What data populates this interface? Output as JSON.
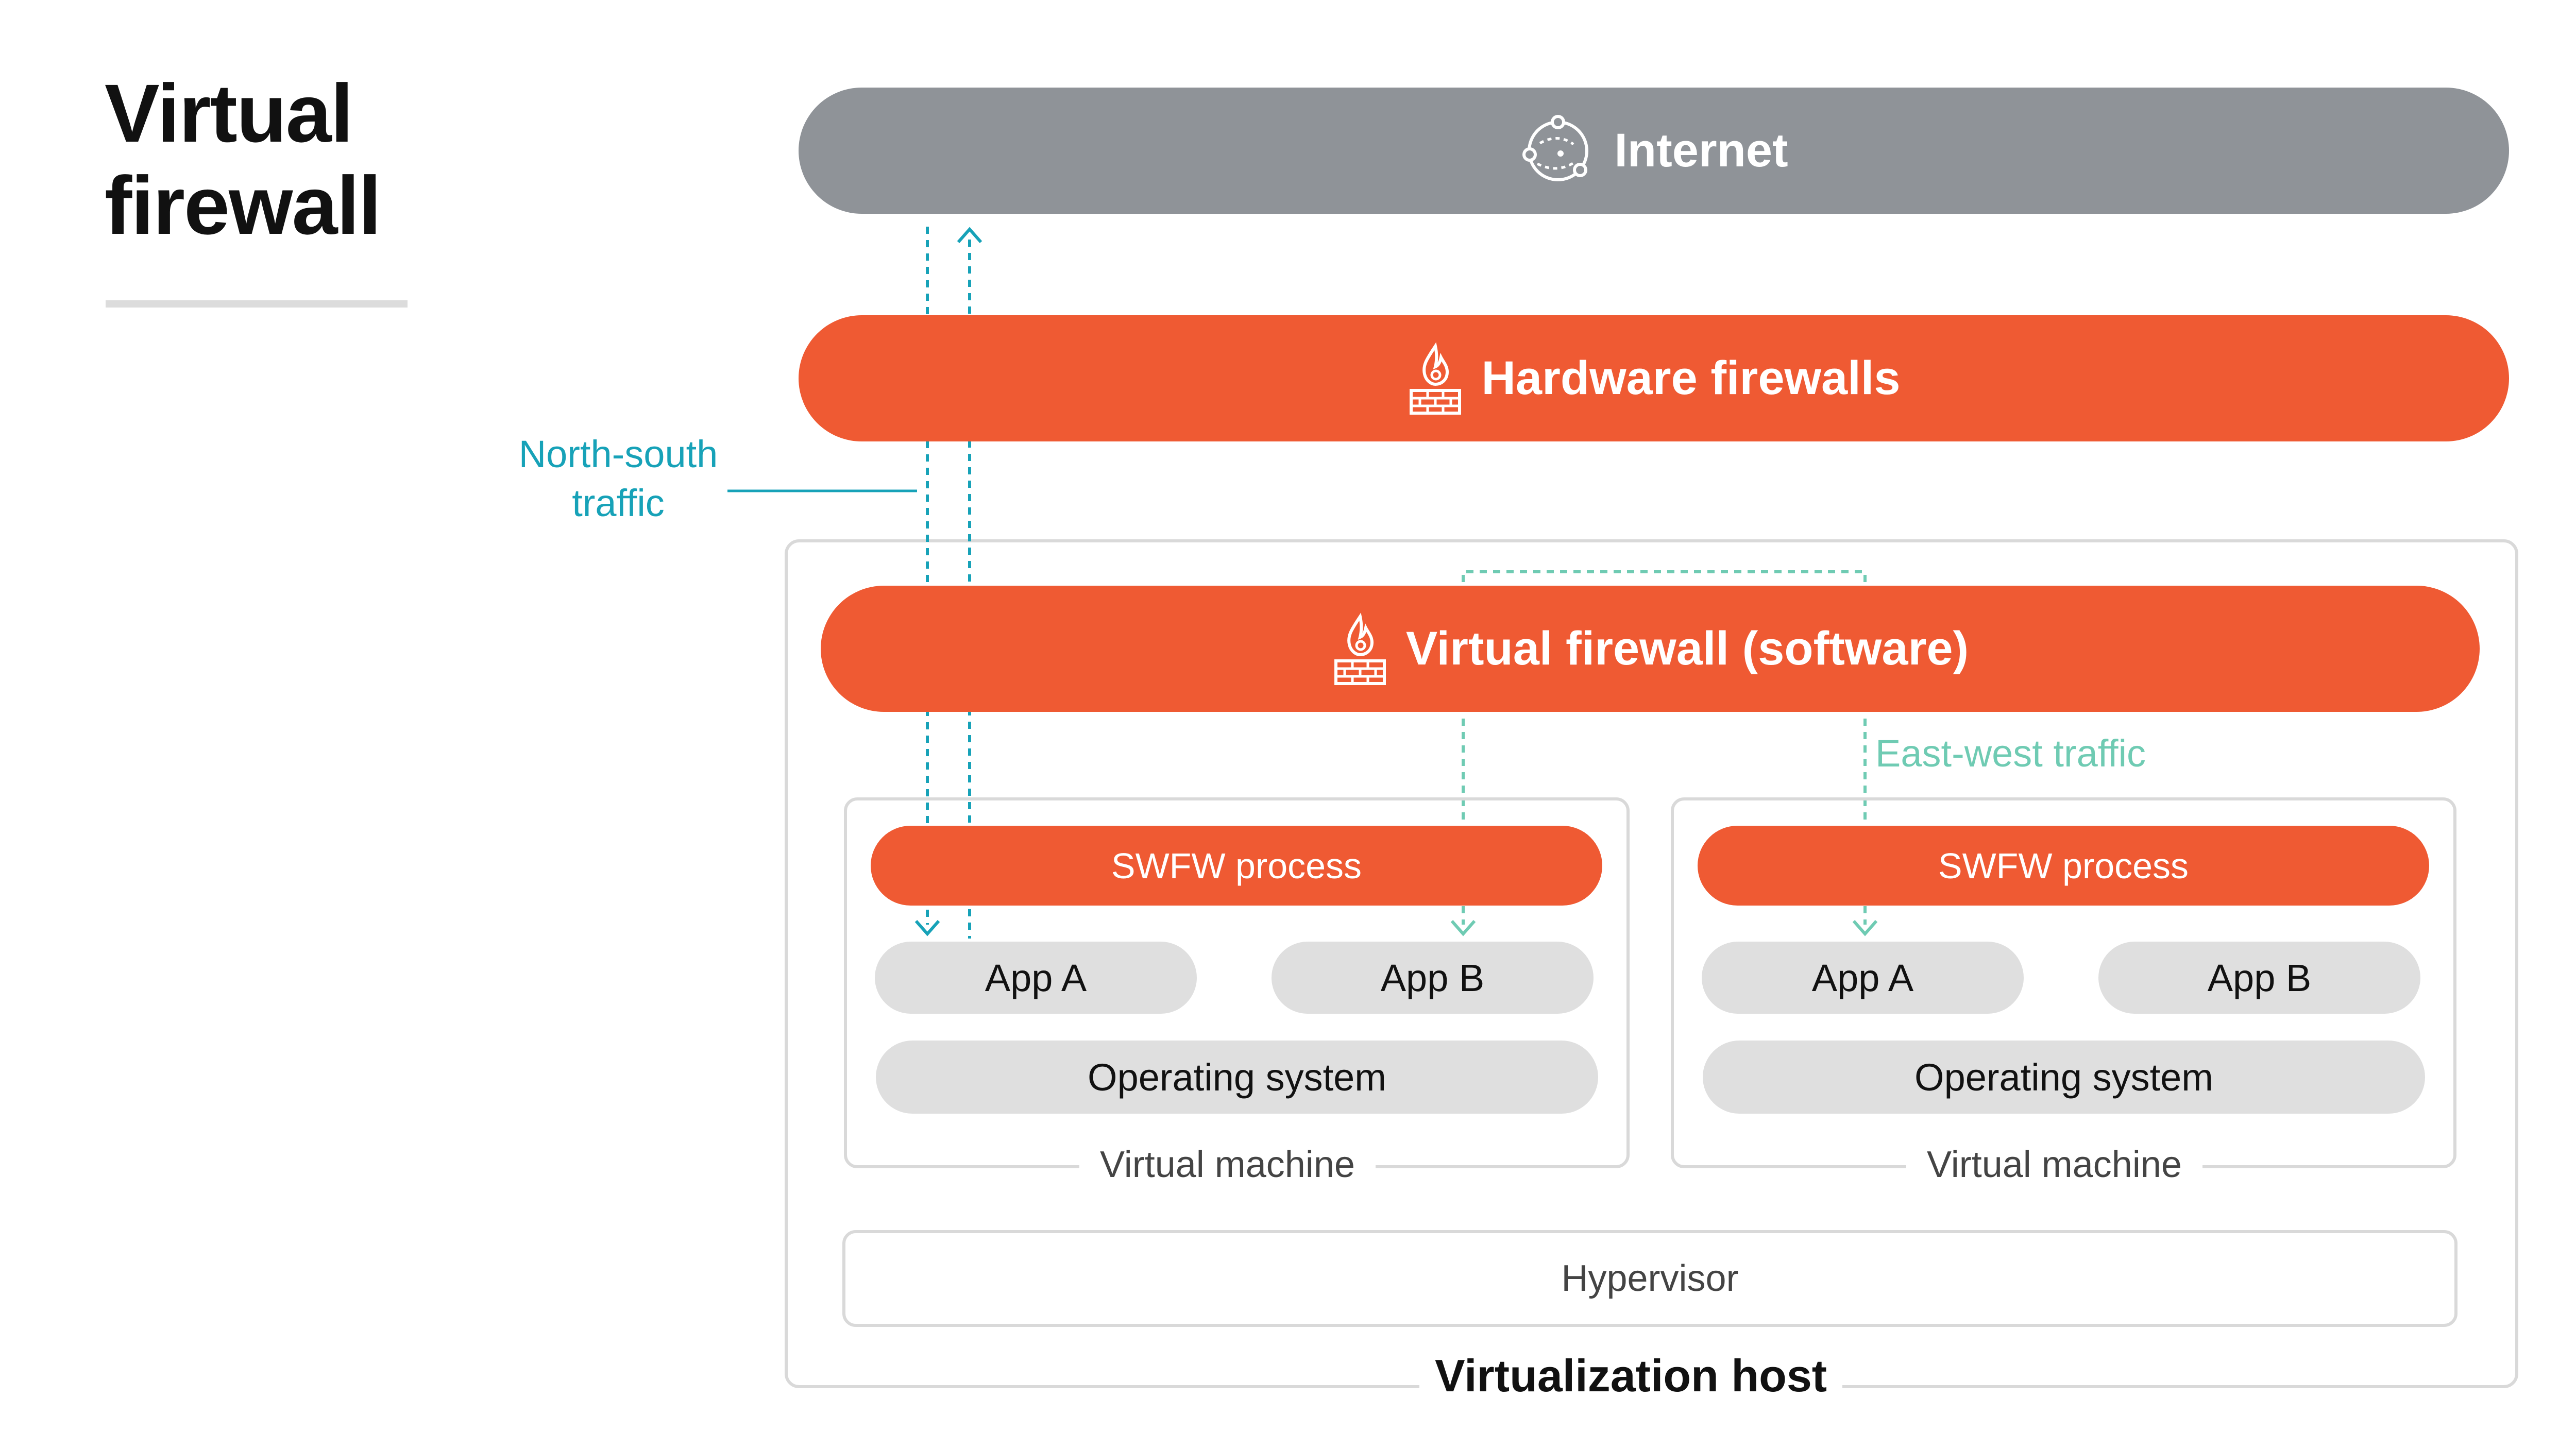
{
  "title": {
    "line1": "Virtual",
    "line2": "firewall"
  },
  "internet": {
    "label": "Internet",
    "icon": "globe-network-icon"
  },
  "hardware_firewalls": {
    "label": "Hardware firewalls",
    "icon": "firewall-icon"
  },
  "virtual_firewall": {
    "label": "Virtual firewall (software)",
    "icon": "firewall-icon"
  },
  "north_south": {
    "line1": "North-south",
    "line2": "traffic"
  },
  "east_west": {
    "label": "East-west traffic"
  },
  "vms": [
    {
      "swfw": "SWFW process",
      "app_a": "App A",
      "app_b": "App B",
      "os": "Operating system",
      "label": "Virtual machine"
    },
    {
      "swfw": "SWFW process",
      "app_a": "App A",
      "app_b": "App B",
      "os": "Operating system",
      "label": "Virtual machine"
    }
  ],
  "hypervisor": {
    "label": "Hypervisor"
  },
  "virtualization_host": {
    "label": "Virtualization host"
  },
  "colors": {
    "orange": "#ef5a33",
    "internet_gray": "#8f9398",
    "north_south_teal": "#17a2b8",
    "east_west_green": "#6fcbb3",
    "pill_gray": "#dfdfdf",
    "border_gray": "#d9d9d9"
  }
}
